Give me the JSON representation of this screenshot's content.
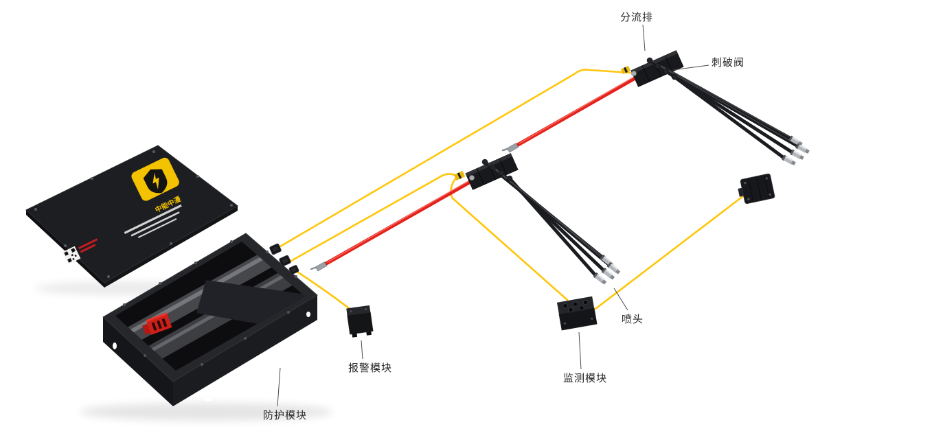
{
  "labels": {
    "manifold": "分流排",
    "piercing_valve": "刺破阀",
    "nozzle": "喷头",
    "monitoring_module": "监测模块",
    "alarm_module": "报警模块",
    "protection_module": "防护模块"
  },
  "device_plate": {
    "brand": "中能中漫"
  },
  "colors": {
    "wire": "#ffc60a",
    "tube_red": "#e3221b",
    "badge": "#f3c200",
    "background": "#ffffff"
  }
}
